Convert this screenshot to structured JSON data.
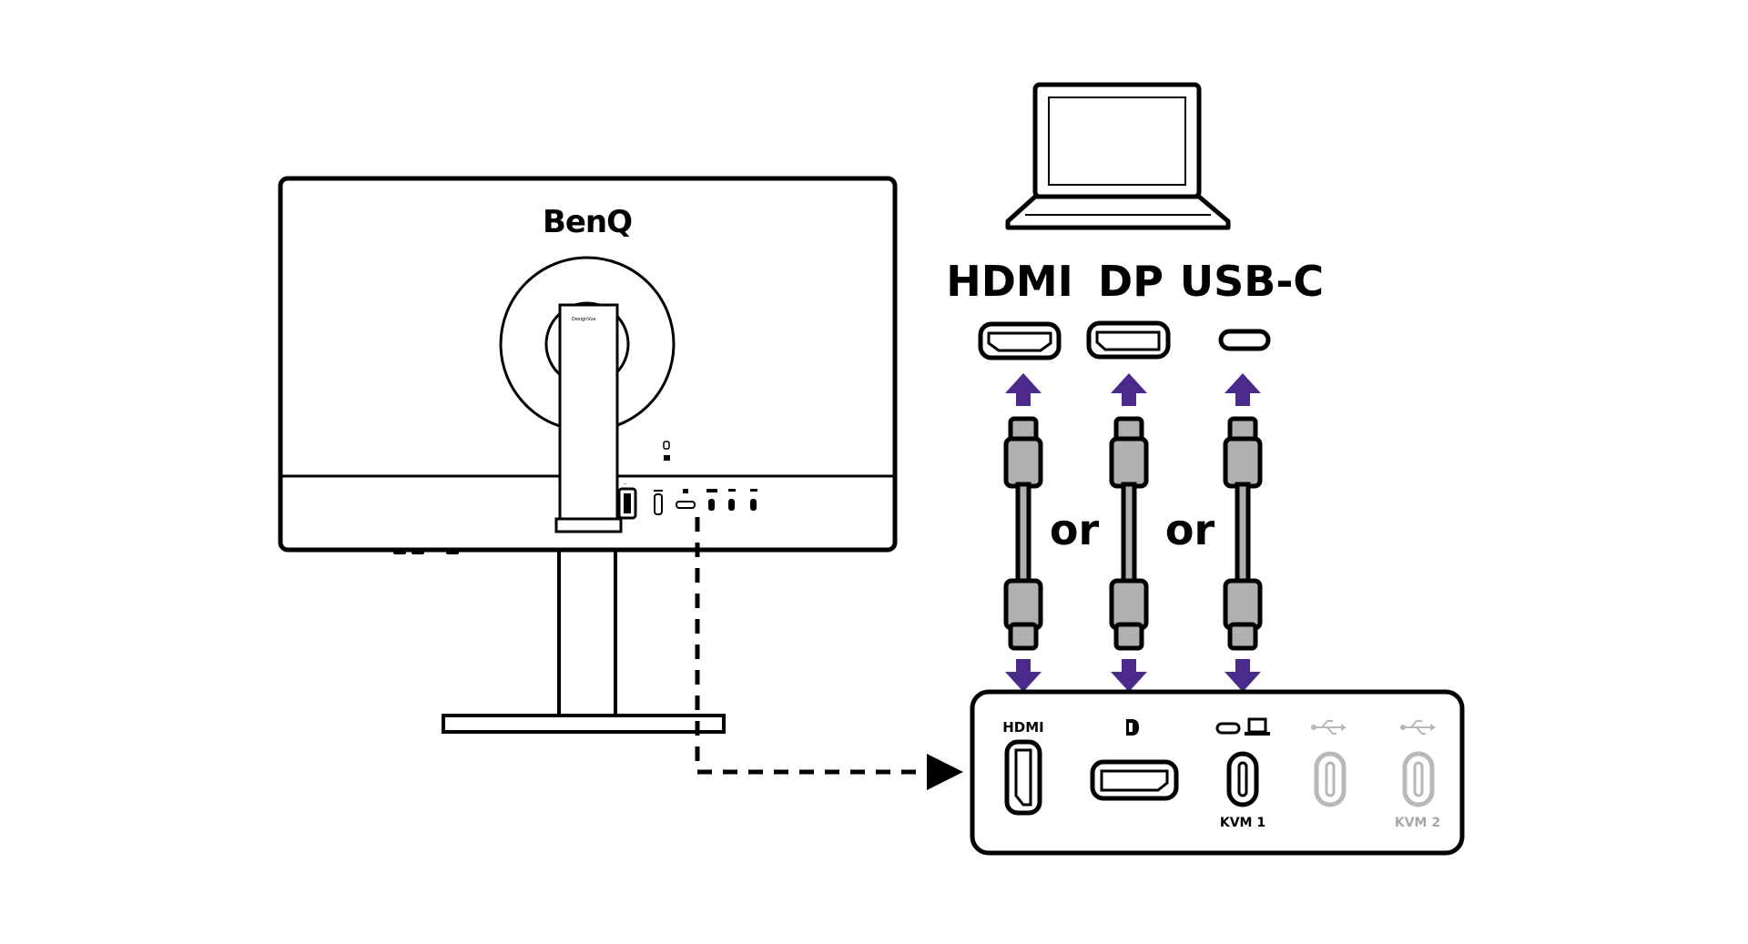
{
  "diagram": {
    "monitor": {
      "brand": "BenQ",
      "stand_label": "DesignVue"
    },
    "source_ports": [
      "HDMI",
      "DP",
      "USB-C"
    ],
    "connector_word": "or",
    "panel": {
      "hdmi_label": "HDMI",
      "kvm1_label": "KVM 1",
      "kvm2_label": "KVM 2"
    },
    "colors": {
      "arrow": "#4b2a8c",
      "cable": "#b0b0b0",
      "outline": "#000000",
      "inactive": "#b8b8b8"
    },
    "icons": [
      "laptop-icon",
      "hdmi-port-icon",
      "displayport-icon",
      "usb-c-port-icon",
      "usb-icon",
      "lock-icon",
      "power-icon"
    ]
  }
}
